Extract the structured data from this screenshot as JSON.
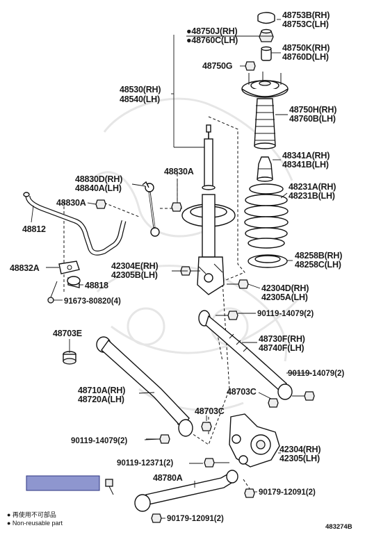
{
  "labels": {
    "l48753": [
      "48753B(RH)",
      "48753C(LH)"
    ],
    "l48750j": [
      "●48750J(RH)",
      "●48760C(LH)"
    ],
    "l48750k": [
      "48750K(RH)",
      "48760D(LH)"
    ],
    "l48750g": "48750G",
    "l48530": [
      "48530(RH)",
      "48540(LH)"
    ],
    "l48750h": [
      "48750H(RH)",
      "48760B(LH)"
    ],
    "l48341": [
      "48341A(RH)",
      "48341B(LH)"
    ],
    "l48830d": [
      "48830D(RH)",
      "48840A(LH)"
    ],
    "l48830a_top": "48830A",
    "l48231": [
      "48231A(RH)",
      "48231B(LH)"
    ],
    "l48830a_left": "48830A",
    "l48812": "48812",
    "l48258": [
      "48258B(RH)",
      "48258C(LH)"
    ],
    "l42304e": [
      "42304E(RH)",
      "42305B(LH)"
    ],
    "l48832a": "48832A",
    "l48818": "48818",
    "l42304d": [
      "42304D(RH)",
      "42305A(LH)"
    ],
    "l91673": "91673-80820(4)",
    "l90119_14079_a": "90119-14079(2)",
    "l48703e": "48703E",
    "l48730f": [
      "48730F(RH)",
      "48740F(LH)"
    ],
    "l90119_14079_b": "90119-14079(2)",
    "l48710a": [
      "48710A(RH)",
      "48720A(LH)"
    ],
    "l48703c_r": "48703C",
    "l48703c_c": "48703C",
    "l90119_14079_c": "90119-14079(2)",
    "l42304": [
      "42304(RH)",
      "42305(LH)"
    ],
    "l90119_12371": "90119-12371(2)",
    "l48780a": "48780A",
    "l90179_12091_a": "90179-12091(2)",
    "l90179_12091_b": "90179-12091(2)"
  },
  "legend": {
    "jp": "● 再使用不可部品",
    "en": "● Non-reusable part"
  },
  "diagram_ref": "483274B",
  "colors": {
    "highlight_box": "#8e96cf",
    "ink": "#111111",
    "watermark": "#e6e6e6"
  }
}
